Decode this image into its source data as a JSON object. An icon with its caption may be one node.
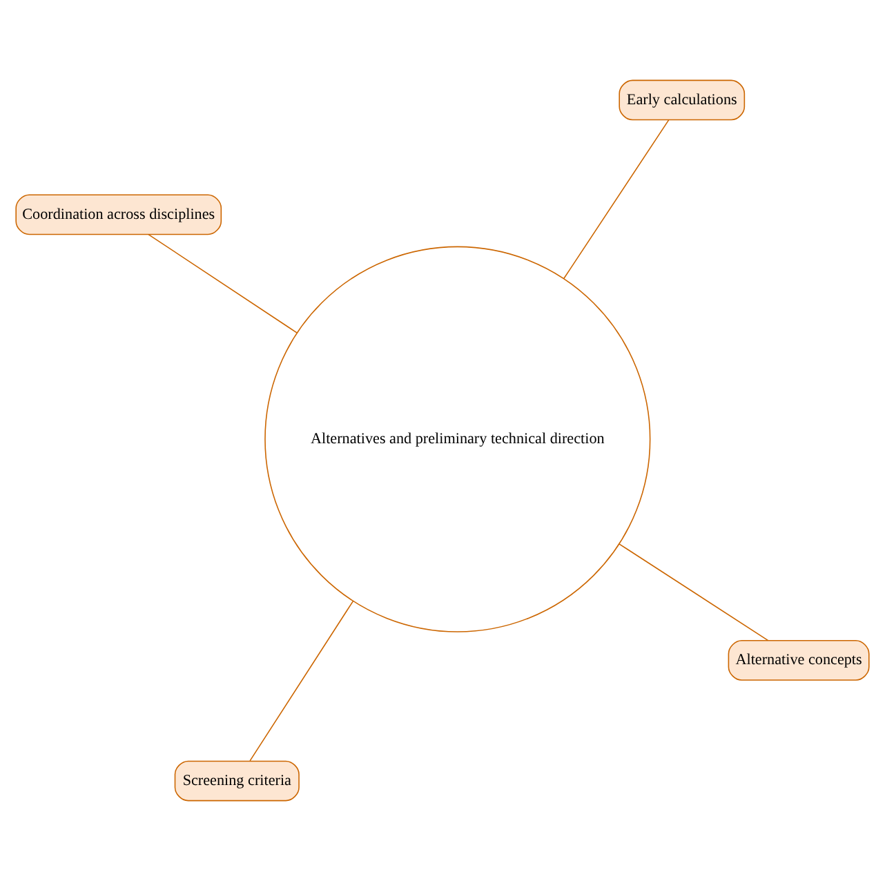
{
  "diagram": {
    "nodes": [
      {
        "text": [
          "Alternatives and preliminary technical direction"
        ]
      },
      {
        "text": [
          "Alternative concepts"
        ]
      },
      {
        "text": [
          "Screening criteria"
        ]
      },
      {
        "text": [
          "Coordination across disciplines"
        ]
      },
      {
        "text": [
          "Early calculations"
        ]
      }
    ],
    "edges": [
      {
        "from": 0,
        "to": 1,
        "arrow": "none"
      },
      {
        "from": 0,
        "to": 2,
        "arrow": "none"
      },
      {
        "from": 0,
        "to": 3,
        "arrow": "none"
      },
      {
        "from": 0,
        "to": 4,
        "arrow": "none"
      }
    ]
  }
}
